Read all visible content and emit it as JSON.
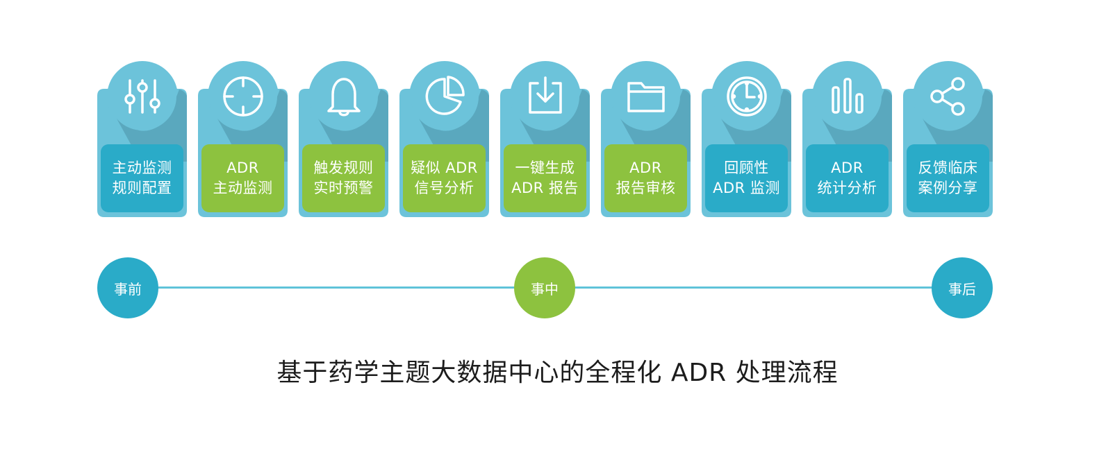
{
  "colors": {
    "card_body": "#6cc3da",
    "card_shadow": "#4d91a8",
    "label_blue": "#2aabc8",
    "label_green": "#8dc23f",
    "line": "#5fc3d9",
    "node_blue": "#2aabc8",
    "node_green": "#8dc23f",
    "caption_text": "#1c1c1c"
  },
  "steps": [
    {
      "icon": "sliders-icon",
      "tone": "blue",
      "line1": "主动监测",
      "line2": "规则配置"
    },
    {
      "icon": "crosshair-icon",
      "tone": "green",
      "line1": "ADR",
      "line2": "主动监测"
    },
    {
      "icon": "bell-icon",
      "tone": "green",
      "line1": "触发规则",
      "line2": "实时预警"
    },
    {
      "icon": "pie-chart-icon",
      "tone": "green",
      "line1": "疑似 ADR",
      "line2": "信号分析"
    },
    {
      "icon": "download-icon",
      "tone": "green",
      "line1": "一键生成",
      "line2": "ADR 报告"
    },
    {
      "icon": "folder-icon",
      "tone": "green",
      "line1": "ADR",
      "line2": "报告审核"
    },
    {
      "icon": "clock-icon",
      "tone": "blue",
      "line1": "回顾性",
      "line2": "ADR 监测"
    },
    {
      "icon": "bar-chart-icon",
      "tone": "blue",
      "line1": "ADR",
      "line2": "统计分析"
    },
    {
      "icon": "share-icon",
      "tone": "blue",
      "line1": "反馈临床",
      "line2": "案例分享"
    }
  ],
  "timeline": {
    "before": "事前",
    "during": "事中",
    "after": "事后"
  },
  "caption": "基于药学主题大数据中心的全程化 ADR 处理流程"
}
